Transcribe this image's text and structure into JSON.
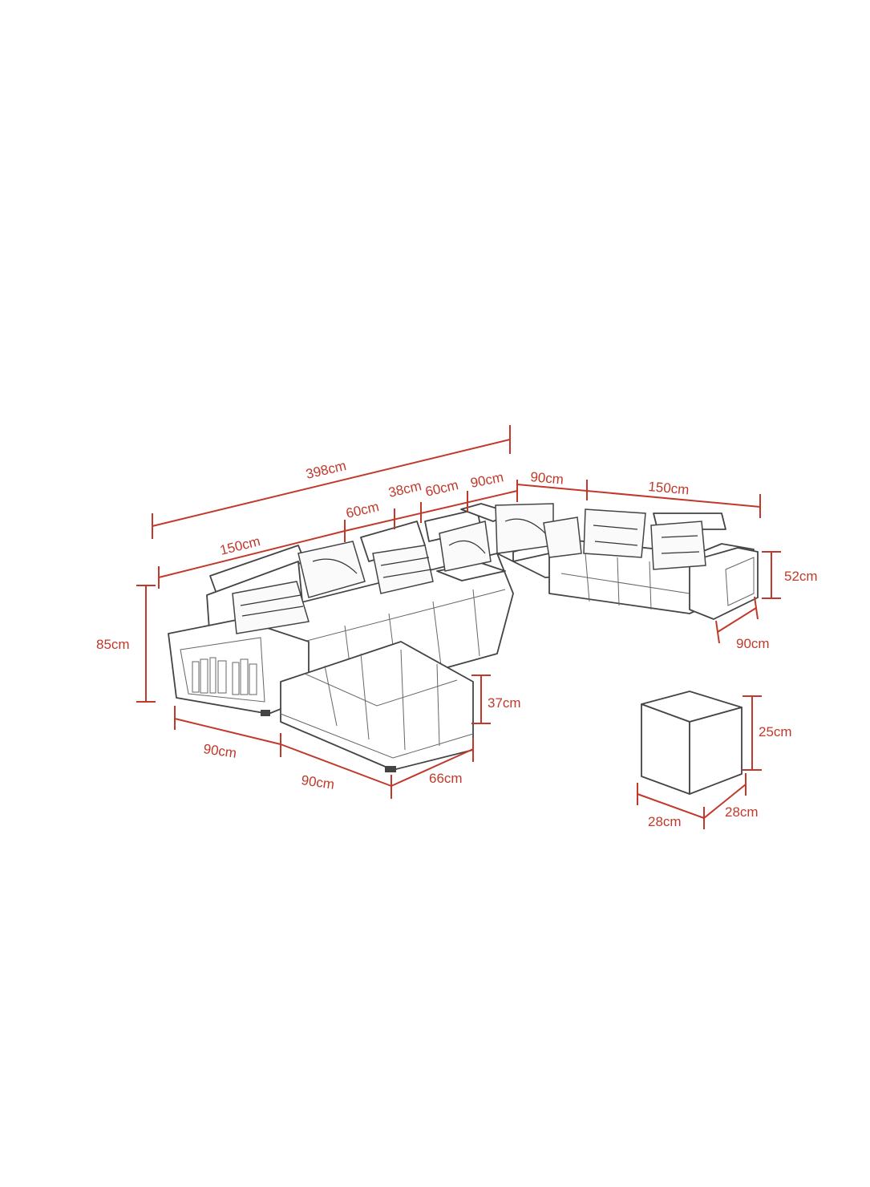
{
  "colors": {
    "dimension": "#c0392b",
    "outline": "#444444",
    "background": "#ffffff"
  },
  "dimensions": {
    "total_length": "398cm",
    "left_seat_width": "150cm",
    "seg_60_a": "60cm",
    "seg_38": "38cm",
    "seg_60_b": "60cm",
    "corner_90": "90cm",
    "right_corner_90": "90cm",
    "right_seat_width": "150cm",
    "arm_height": "52cm",
    "right_depth": "90cm",
    "total_height": "85cm",
    "seat_height": "37cm",
    "chaise_depth": "90cm",
    "chaise_length": "90cm",
    "chaise_width": "66cm",
    "stool_height": "25cm",
    "stool_width": "28cm",
    "stool_depth": "28cm"
  }
}
